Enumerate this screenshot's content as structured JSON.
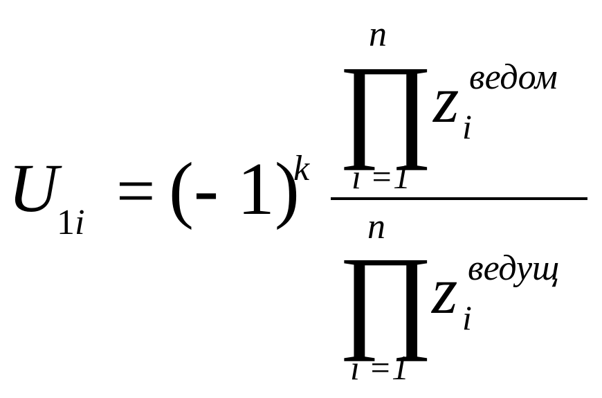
{
  "formula": {
    "lhs": {
      "symbol": "U",
      "subscript_number": "1",
      "subscript_index": "i"
    },
    "equals": "=",
    "sign_factor": {
      "base": "(- 1)",
      "exponent": "k"
    },
    "numerator": {
      "product_symbol": "∏",
      "upper_limit": "n",
      "lower_limit": "i =1",
      "term": "z",
      "term_superscript": "ведом",
      "term_subscript": "i"
    },
    "denominator": {
      "product_symbol": "∏",
      "upper_limit": "n",
      "lower_limit": "i =1",
      "term": "z",
      "term_superscript": "ведущ",
      "term_subscript": "i"
    }
  }
}
